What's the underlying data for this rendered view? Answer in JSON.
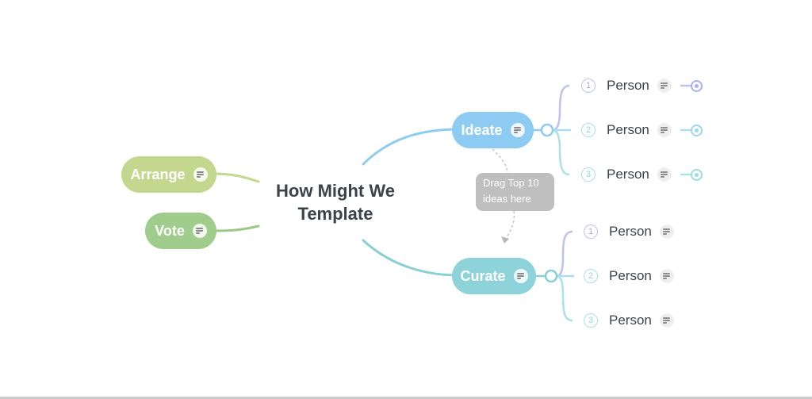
{
  "mindmap": {
    "root": {
      "line1": "How Might We",
      "line2": "Template"
    },
    "left_topics": [
      {
        "label": "Arrange",
        "color": "#c3d88e",
        "edge_color": "#c3d88e"
      },
      {
        "label": "Vote",
        "color": "#a1cd8c",
        "edge_color": "#9dc885"
      }
    ],
    "right_topics": [
      {
        "label": "Ideate",
        "color": "#8ecbf3",
        "edge_color": "#8ecbf3",
        "children": [
          {
            "number": "1",
            "label": "Person"
          },
          {
            "number": "2",
            "label": "Person"
          },
          {
            "number": "3",
            "label": "Person"
          }
        ]
      },
      {
        "label": "Curate",
        "color": "#8ed3d9",
        "edge_color": "#88d0d4",
        "children": [
          {
            "number": "1",
            "label": "Person"
          },
          {
            "number": "2",
            "label": "Person"
          },
          {
            "number": "3",
            "label": "Person"
          }
        ]
      }
    ],
    "callout": {
      "line1": "Drag Top 10",
      "line2": "ideas here"
    },
    "icons": {
      "note": "note-icon",
      "target": "target-marker-icon"
    },
    "colors": {
      "lavender": "#bcc3f3",
      "aqua": "#a9e3e6",
      "text": "#3a434b",
      "callout": "#bfbfbf"
    }
  }
}
